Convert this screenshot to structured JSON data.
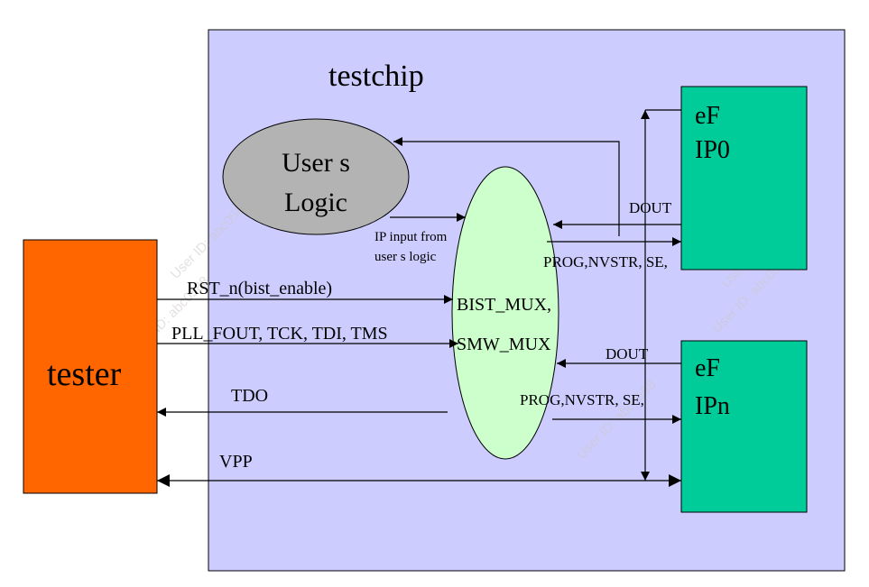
{
  "testchip": {
    "label": "testchip"
  },
  "tester": {
    "label": "tester"
  },
  "user_logic": {
    "line1": "User s",
    "line2": "Logic"
  },
  "mux": {
    "line1": "BIST_MUX,",
    "line2": "SMW_MUX"
  },
  "ip0": {
    "line1": "eF",
    "line2": "IP0"
  },
  "ipn": {
    "line1": "eF",
    "line2": "IPn"
  },
  "signals": {
    "rst": "RST_n(bist_enable)",
    "pll": "PLL_FOUT, TCK, TDI, TMS",
    "tdo": "TDO",
    "vpp": "VPP",
    "ip_input_line1": "IP input from",
    "ip_input_line2": "user s logic",
    "dout0": "DOUT",
    "prog0": "PROG,NVSTR, SE,",
    "doutn": "DOUT",
    "progn": "PROG,NVSTR, SE,"
  },
  "watermark": "User ID: abc0588",
  "colors": {
    "testchip_fill": "#ccccff",
    "tester_fill": "#ff6600",
    "user_logic_fill": "#b3b3b3",
    "mux_fill": "#ccffcc",
    "ip_fill": "#00cc99"
  }
}
